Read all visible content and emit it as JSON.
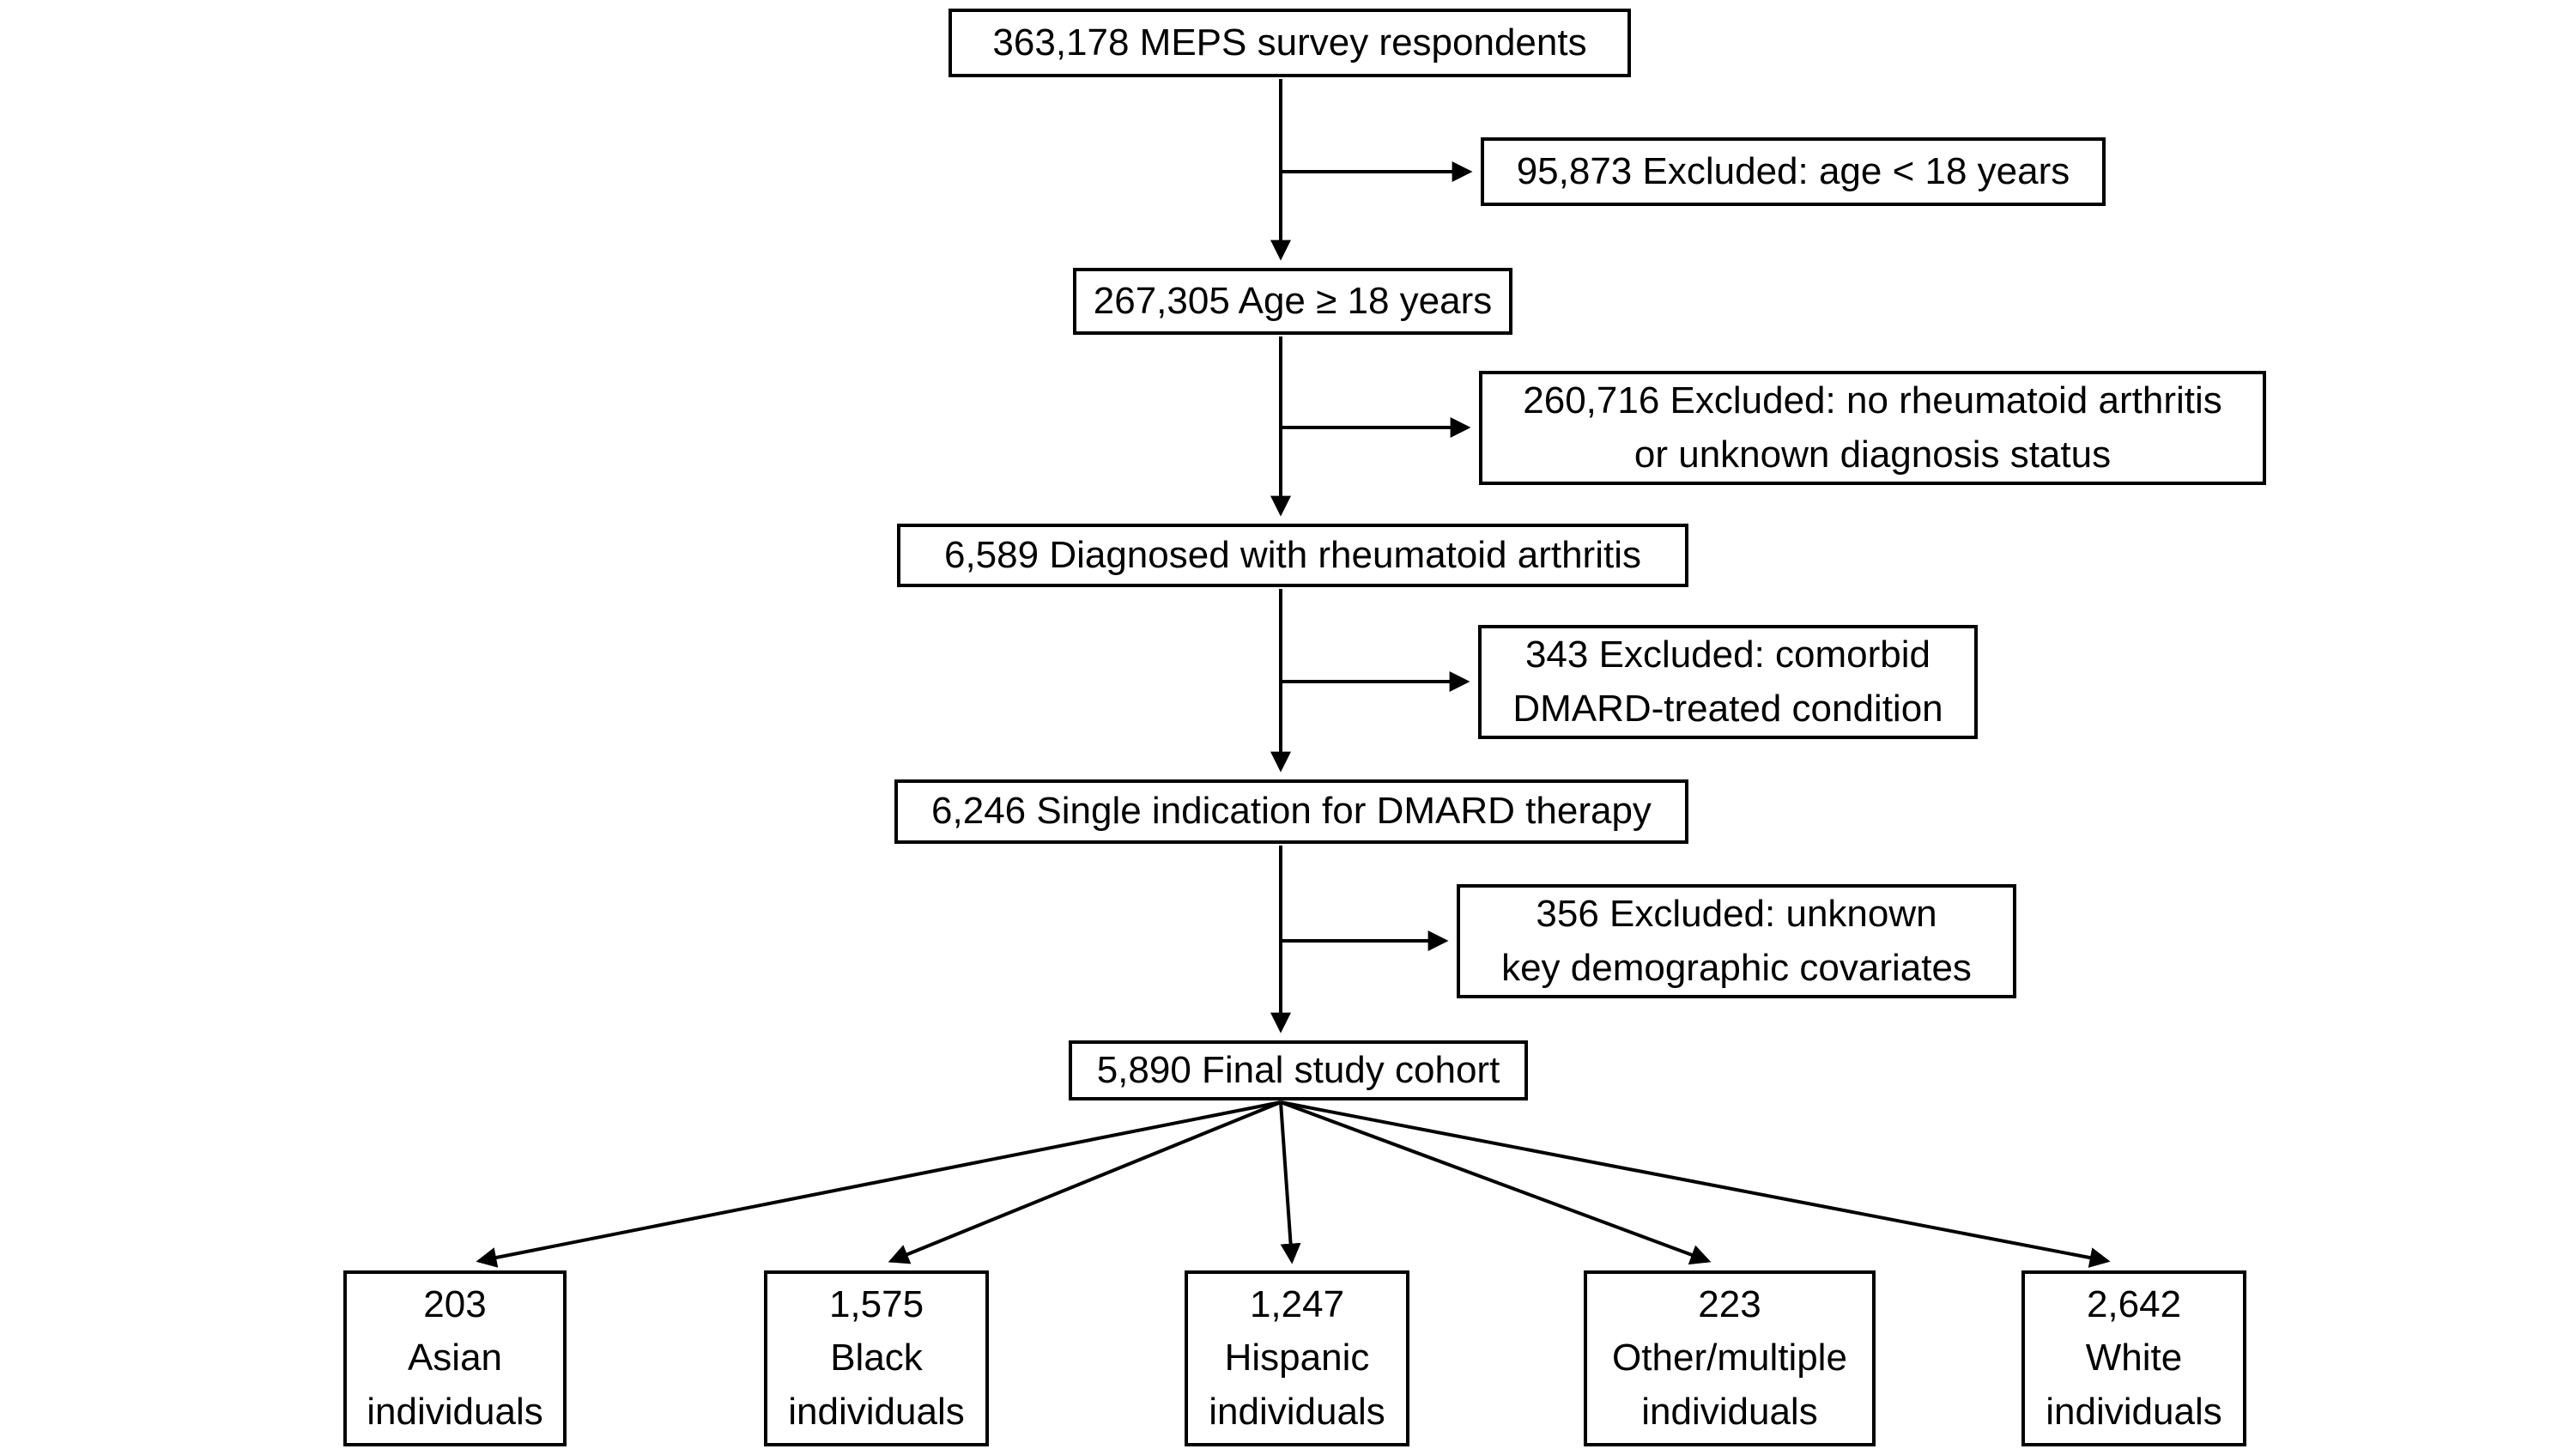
{
  "flowchart": {
    "description": "Study cohort selection flow diagram",
    "main_path": [
      {
        "id": "respondents",
        "count": "363,178",
        "text": "363,178 MEPS survey respondents"
      },
      {
        "id": "adults",
        "count": "267,305",
        "text": "267,305 Age ≥ 18 years"
      },
      {
        "id": "ra_diagnosed",
        "count": "6,589",
        "text": "6,589 Diagnosed with rheumatoid arthritis"
      },
      {
        "id": "single_indication",
        "count": "6,246",
        "text": "6,246 Single indication for DMARD therapy"
      },
      {
        "id": "final_cohort",
        "count": "5,890",
        "text": "5,890 Final study cohort"
      }
    ],
    "exclusions": [
      {
        "id": "age_under_18",
        "count": "95,873",
        "text": "95,873 Excluded: age < 18 years"
      },
      {
        "id": "no_ra_or_unknown",
        "count": "260,716",
        "text": "260,716 Excluded: no rheumatoid arthritis\nor unknown diagnosis status"
      },
      {
        "id": "comorbid_dmard",
        "count": "343",
        "text": "343 Excluded: comorbid\nDMARD-treated condition"
      },
      {
        "id": "unknown_demographics",
        "count": "356",
        "text": "356 Excluded: unknown\nkey demographic covariates"
      }
    ],
    "subgroups": [
      {
        "id": "asian",
        "count": "203",
        "text": "203\nAsian\nindividuals"
      },
      {
        "id": "black",
        "count": "1,575",
        "text": "1,575\nBlack\nindividuals"
      },
      {
        "id": "hispanic",
        "count": "1,247",
        "text": "1,247\nHispanic\nindividuals"
      },
      {
        "id": "other_multiple",
        "count": "223",
        "text": "223\nOther/multiple\nindividuals"
      },
      {
        "id": "white",
        "count": "2,642",
        "text": "2,642\nWhite\nindividuals"
      }
    ],
    "colors": {
      "background": "#ffffff",
      "box_border": "#000000",
      "text": "#000000",
      "arrow": "#000000"
    }
  }
}
